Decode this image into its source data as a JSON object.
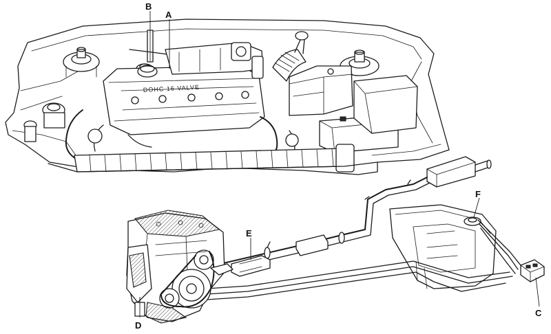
{
  "callouts": {
    "a": "A",
    "b": "B",
    "c": "C",
    "d": "D",
    "e": "E",
    "f": "F"
  },
  "head_cover_text": "DOHC 16 VALVE"
}
